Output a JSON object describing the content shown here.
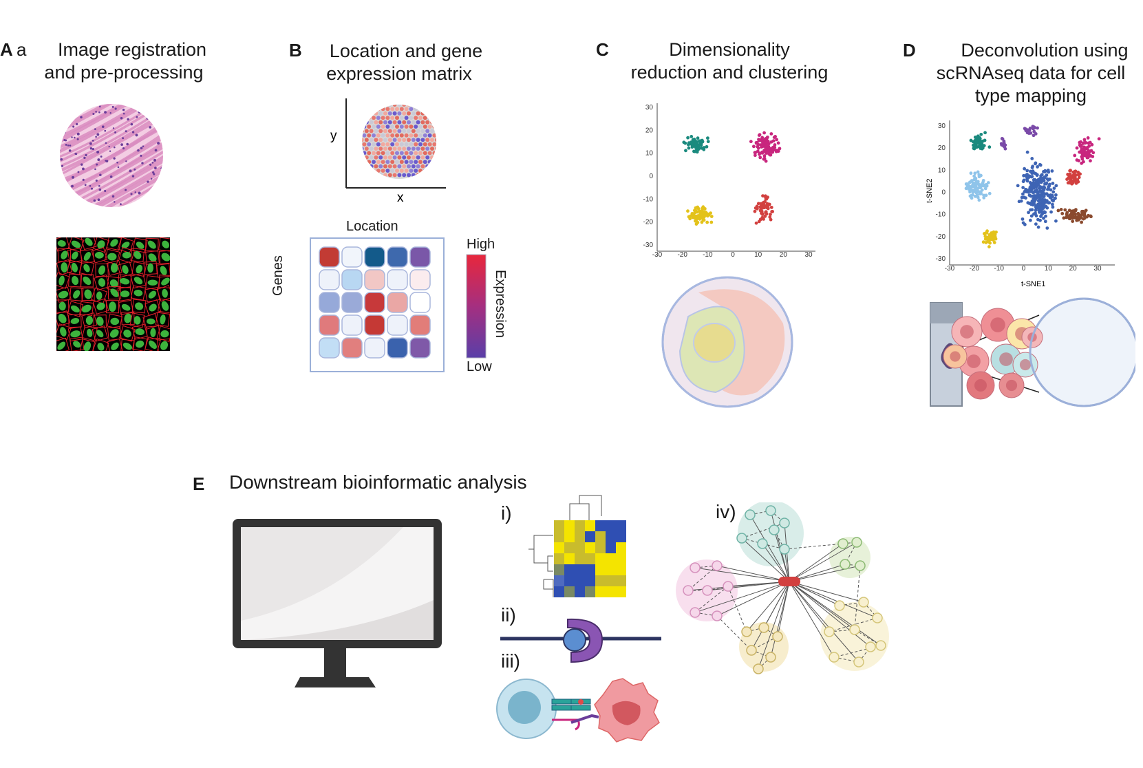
{
  "panels": {
    "a": {
      "letter": "A",
      "sub": "a",
      "title_line1": "Image registration",
      "title_line2": "and pre-processing"
    },
    "b": {
      "letter": "B",
      "title_line1": "Location  and gene",
      "title_line2": "expression matrix",
      "axis_y": "y",
      "axis_x": "x",
      "matrix_top_label": "Location",
      "matrix_side_label": "Genes",
      "legend_high": "High",
      "legend_low": "Low",
      "legend_title": "Expression"
    },
    "c": {
      "letter": "C",
      "title_line1": "Dimensionality",
      "title_line2": "reduction and clustering",
      "ticks_y": [
        "30",
        "20",
        "10",
        "0",
        "-10",
        "-20",
        "-30"
      ],
      "ticks_x": [
        "-30",
        "-20",
        "-10",
        "0",
        "10",
        "20",
        "30"
      ]
    },
    "d": {
      "letter": "D",
      "title_line1": "Deconvolution using",
      "title_line2": "scRNAseq data for cell",
      "title_line3": "type mapping",
      "axis_y": "t-SNE2",
      "axis_x": "t-SNE1",
      "ticks_y": [
        "30",
        "20",
        "10",
        "0",
        "-10",
        "-20",
        "-30"
      ],
      "ticks_x": [
        "-30",
        "-20",
        "-10",
        "0",
        "10",
        "20",
        "30"
      ]
    },
    "e": {
      "letter": "E",
      "title": "Downstream bioinformatic analysis",
      "items": [
        "i)",
        "ii)",
        "iii)",
        "iv)"
      ]
    }
  },
  "colors": {
    "tissue_pink": "#e9a6d0",
    "he_purple": "#6a3d9a",
    "nucleus_green": "#3db33d",
    "membrane_red": "#e0202a",
    "high": "#e8273c",
    "low": "#5a3fa8",
    "cluster_teal": "#1a8a7e",
    "cluster_magenta": "#c8267e",
    "cluster_yellow": "#e3c21a",
    "cluster_red": "#d2403f",
    "monitor": "#333333",
    "screen": "#e9e7e7"
  }
}
